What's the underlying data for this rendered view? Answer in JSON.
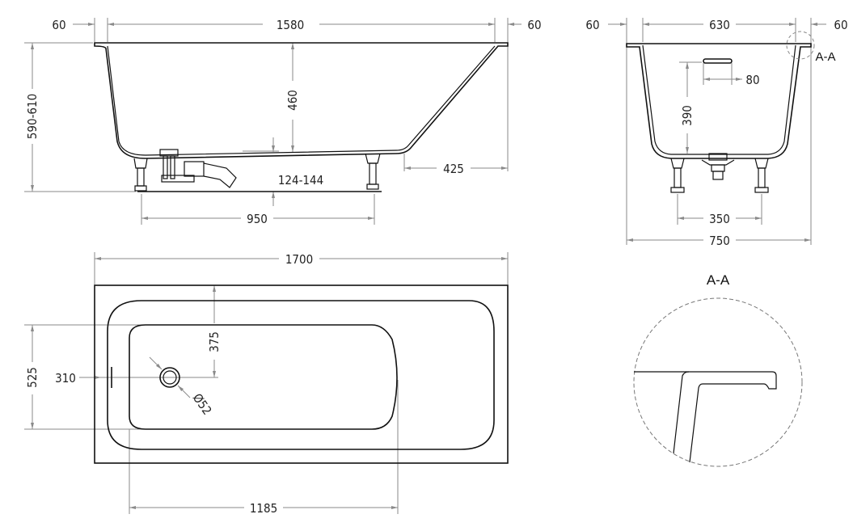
{
  "side_view": {
    "rim_left": "60",
    "length_inner": "1580",
    "rim_right": "60",
    "height_total": "590-610",
    "depth": "460",
    "drain_clearance": "124-144",
    "slope_offset": "425",
    "feet_spacing": "950"
  },
  "plan_view": {
    "length_total": "1700",
    "basin_width": "525",
    "drain_offset": "310",
    "drain_to_edge": "375",
    "drain_diameter": "Ø52",
    "basin_length": "1185"
  },
  "end_view": {
    "rim_left": "60",
    "width_inner": "630",
    "rim_right": "60",
    "overflow_width": "80",
    "overflow_height": "390",
    "feet_spacing": "350",
    "width_total": "750",
    "section_marker": "A-A"
  },
  "detail": {
    "title": "A-A"
  }
}
